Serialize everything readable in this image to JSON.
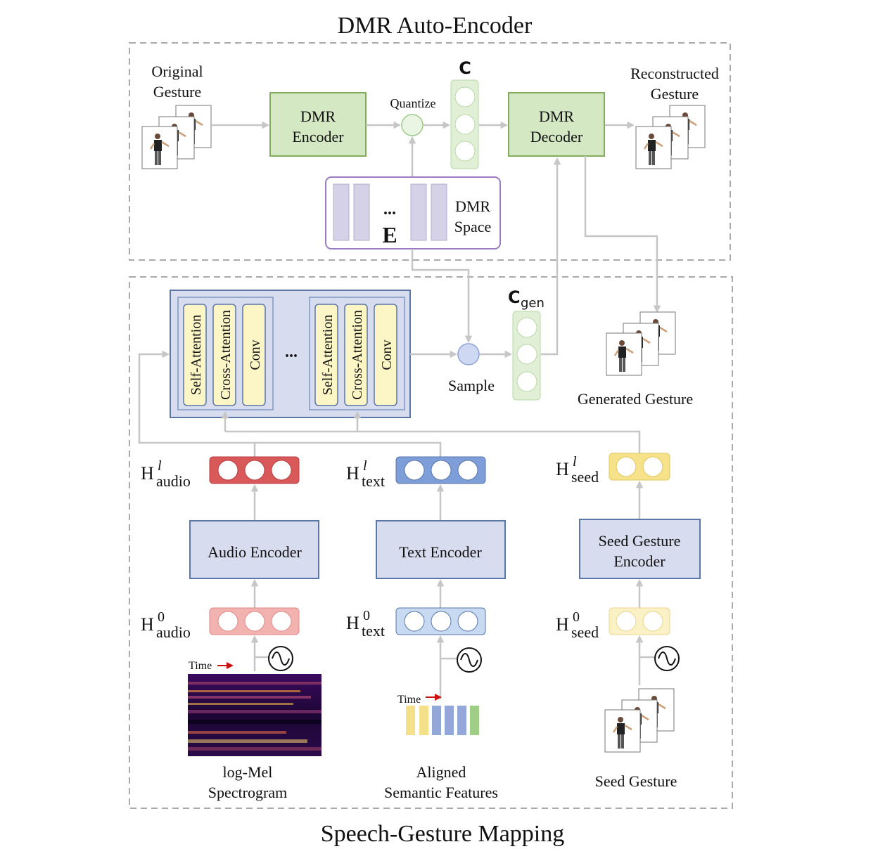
{
  "titles": {
    "top": "DMR Auto-Encoder",
    "bottom": "Speech-Gesture Mapping"
  },
  "autoencoder": {
    "original_gesture": [
      "Original",
      "Gesture"
    ],
    "encoder": [
      "DMR",
      "Encoder"
    ],
    "quantize": "Quantize",
    "c_label": "C",
    "decoder": [
      "DMR",
      "Decoder"
    ],
    "reconstructed_gesture": [
      "Reconstructed",
      "Gesture"
    ],
    "space": [
      "DMR",
      "Space"
    ],
    "space_symbol": "E",
    "dots": "..."
  },
  "mapping": {
    "blocks": [
      "Self-Attention",
      "Cross-Attention",
      "Conv"
    ],
    "dots": "...",
    "sample": "Sample",
    "cgen_main": "C",
    "cgen_sub": "gen",
    "generated_gesture": "Generated Gesture",
    "h_audio_l": {
      "main": "H",
      "sup": "l",
      "sub": "audio"
    },
    "h_text_l": {
      "main": "H",
      "sup": "l",
      "sub": "text"
    },
    "h_seed_l": {
      "main": "H",
      "sup": "l",
      "sub": "seed"
    },
    "h_audio_0": {
      "main": "H",
      "sup": "0",
      "sub": "audio"
    },
    "h_text_0": {
      "main": "H",
      "sup": "0",
      "sub": "text"
    },
    "h_seed_0": {
      "main": "H",
      "sup": "0",
      "sub": "seed"
    },
    "audio_encoder": "Audio Encoder",
    "text_encoder": "Text Encoder",
    "seed_encoder": [
      "Seed Gesture",
      "Encoder"
    ],
    "time": "Time",
    "spectrogram": [
      "log-Mel",
      "Spectrogram"
    ],
    "semantic": [
      "Aligned",
      "Semantic Features"
    ],
    "seed_gesture": "Seed Gesture"
  },
  "colors": {
    "encoder_fill": "#d5e8c4",
    "encoder_stroke": "#83ad5c",
    "quantize_fill": "#eaf5e3",
    "space_stroke": "#9b7cc2",
    "space_bar": "#d5d1e6",
    "mapping_fill": "#d7dcef",
    "mapping_stroke": "#5a77a8",
    "block_fill": "#fcf6c6",
    "sample_fill": "#cfd8f2",
    "audio_l": "#d9595a",
    "audio_0": "#f2b2b0",
    "text_l": "#7d9ed8",
    "text_0": "#c8d9f2",
    "seed_l": "#f7e28c",
    "seed_0": "#fbf1c7",
    "arrow": "#c6c6c6",
    "dashed": "#aaaaaa",
    "time_arrow": "#cc1111"
  }
}
